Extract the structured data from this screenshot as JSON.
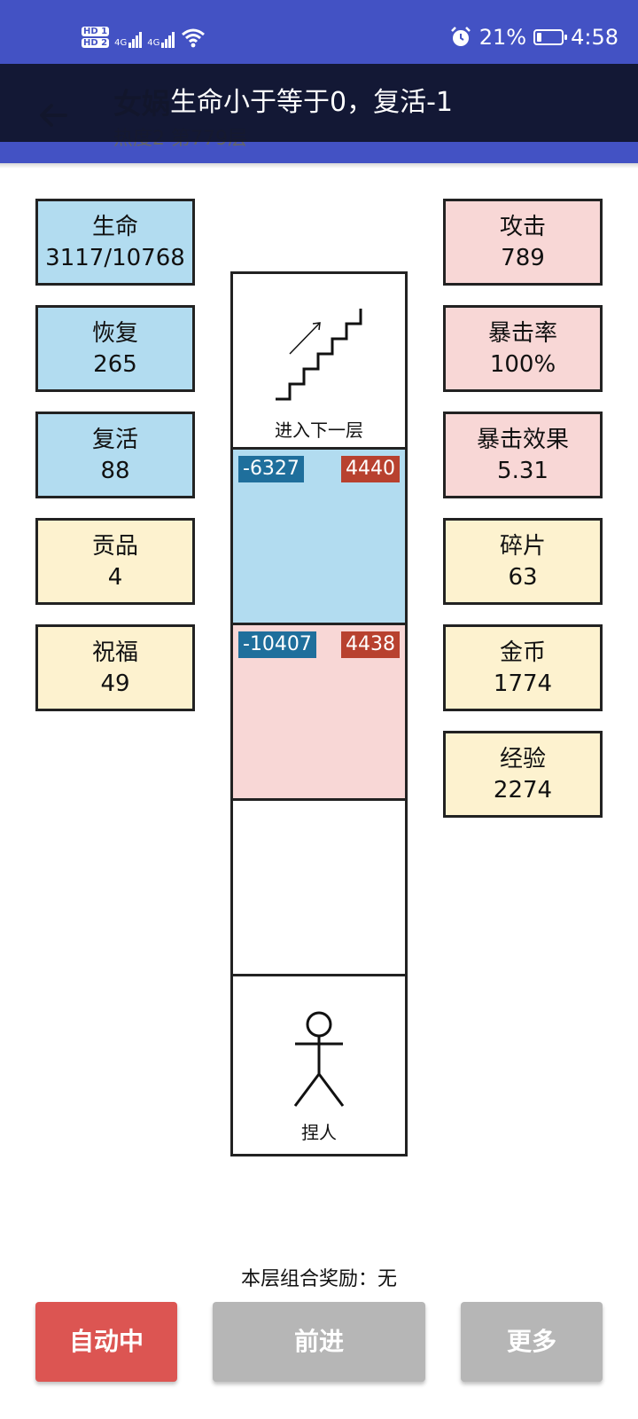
{
  "status_bar": {
    "hd1": "HD 1",
    "hd2": "HD 2",
    "net1": "4G",
    "net2": "4G",
    "battery_percent": "21%",
    "battery_level": 0.21,
    "time": "4:58",
    "icons": [
      "alarm-icon",
      "wifi-icon",
      "signal-icon",
      "battery-icon"
    ]
  },
  "app_bar": {
    "title": "女娲",
    "subtitle": "热度2 第779层",
    "toast": "生命小于等于0，复活-1"
  },
  "stats_left": [
    {
      "label": "生命",
      "value": "3117/10768",
      "color": "blue"
    },
    {
      "label": "恢复",
      "value": "265",
      "color": "blue"
    },
    {
      "label": "复活",
      "value": "88",
      "color": "blue"
    },
    {
      "label": "贡品",
      "value": "4",
      "color": "cream"
    },
    {
      "label": "祝福",
      "value": "49",
      "color": "cream"
    }
  ],
  "stats_right": [
    {
      "label": "攻击",
      "value": "789",
      "color": "pink"
    },
    {
      "label": "暴击率",
      "value": "100%",
      "color": "pink"
    },
    {
      "label": "暴击效果",
      "value": "5.31",
      "color": "pink"
    },
    {
      "label": "碎片",
      "value": "63",
      "color": "cream"
    },
    {
      "label": "金币",
      "value": "1774",
      "color": "cream"
    },
    {
      "label": "经验",
      "value": "2274",
      "color": "cream"
    }
  ],
  "tower": {
    "stairs_caption": "进入下一层",
    "enemy1": {
      "damage": "-6327",
      "power": "4440"
    },
    "enemy2": {
      "damage": "-10407",
      "power": "4438"
    },
    "player_caption": "捏人"
  },
  "bottom": {
    "reward": "本层组合奖励：无",
    "auto_btn": "自动中",
    "forward_btn": "前进",
    "more_btn": "更多"
  },
  "colors": {
    "primary": "#4352c4",
    "blue_box": "#b2dcf0",
    "pink_box": "#f8d7d6",
    "cream_box": "#fdf2cf",
    "auto_btn": "#dc5552",
    "disabled_btn": "#b6b6b6"
  }
}
